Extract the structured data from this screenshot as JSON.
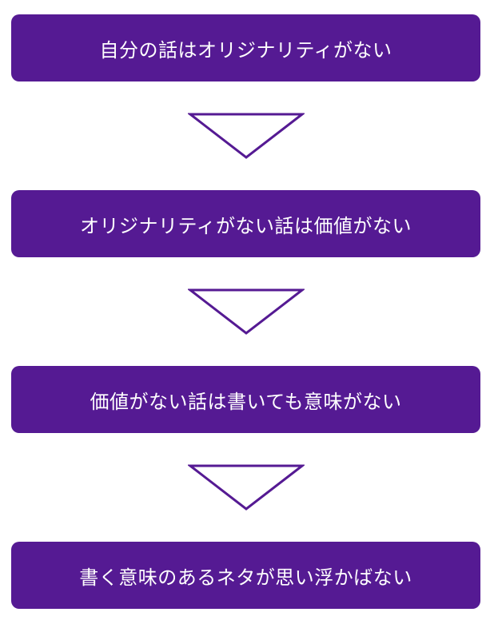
{
  "diagram": {
    "steps": [
      {
        "label": "自分の話はオリジナリティがない"
      },
      {
        "label": "オリジナリティがない話は価値がない"
      },
      {
        "label": "価値がない話は書いても意味がない"
      },
      {
        "label": "書く意味のあるネタが思い浮かばない"
      }
    ],
    "colors": {
      "box_fill": "#551a93",
      "box_text": "#ffffff",
      "arrow_stroke": "#551a93",
      "arrow_fill": "#ffffff"
    },
    "arrow_icon": "down-triangle-outline-icon"
  }
}
